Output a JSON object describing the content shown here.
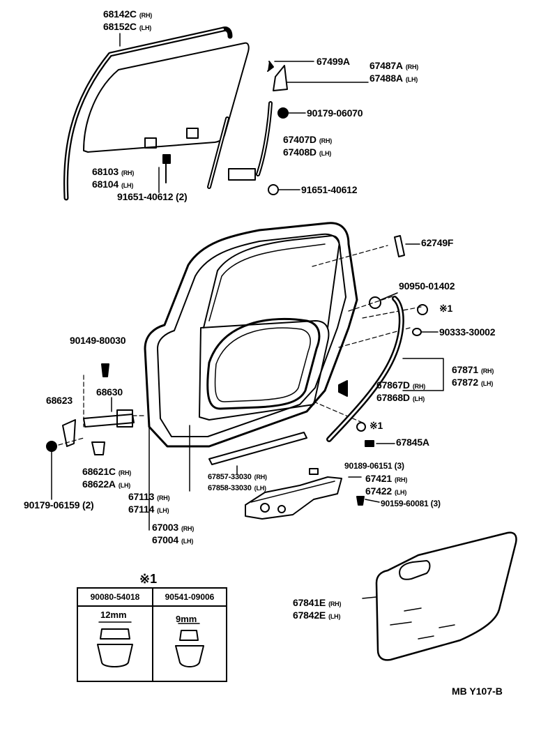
{
  "labels": {
    "glass_run_rh": "68142C",
    "glass_run_lh": "68152C",
    "glass_rh": "68103",
    "glass_lh": "68104",
    "bolt_glass": "91651-40612 (2)",
    "clip_67499": "67499A",
    "cover_rh": "67487A",
    "cover_lh": "67488A",
    "nut_90179_06070": "90179-06070",
    "channel_rh": "67407D",
    "channel_lh": "67408D",
    "bolt_channel": "91651-40612",
    "emblem": "62749F",
    "plug_90950": "90950-01402",
    "plug_90333": "90333-30002",
    "weather_rh": "67871",
    "weather_lh": "67872",
    "wclip_rh": "67867D",
    "wclip_lh": "67868D",
    "clip_67845": "67845A",
    "screw_90149": "90149-80030",
    "check_68630": "68630",
    "check_68623": "68623",
    "hinge_rh": "68621C",
    "hinge_lh": "68622A",
    "nut_90179_06159": "90179-06159 (2)",
    "door_67113": "67113",
    "door_67114": "67114",
    "door_67003": "67003",
    "door_67004": "67004",
    "seal_rh": "67857-33030",
    "seal_lh": "67858-33030",
    "screw_90189": "90189-06151 (3)",
    "reg_rh": "67421",
    "reg_lh": "67422",
    "bolt_90159": "90159-60081 (3)",
    "cover_sheet_rh": "67841E",
    "cover_sheet_lh": "67842E"
  },
  "side": {
    "rh": "(RH)",
    "lh": "(LH)"
  },
  "mark": "※1",
  "table": {
    "title": "※1",
    "col1": {
      "part": "90080-54018",
      "size": "12mm"
    },
    "col2": {
      "part": "90541-09006",
      "size": "9mm"
    }
  },
  "ref_code": "MB  Y107-B"
}
